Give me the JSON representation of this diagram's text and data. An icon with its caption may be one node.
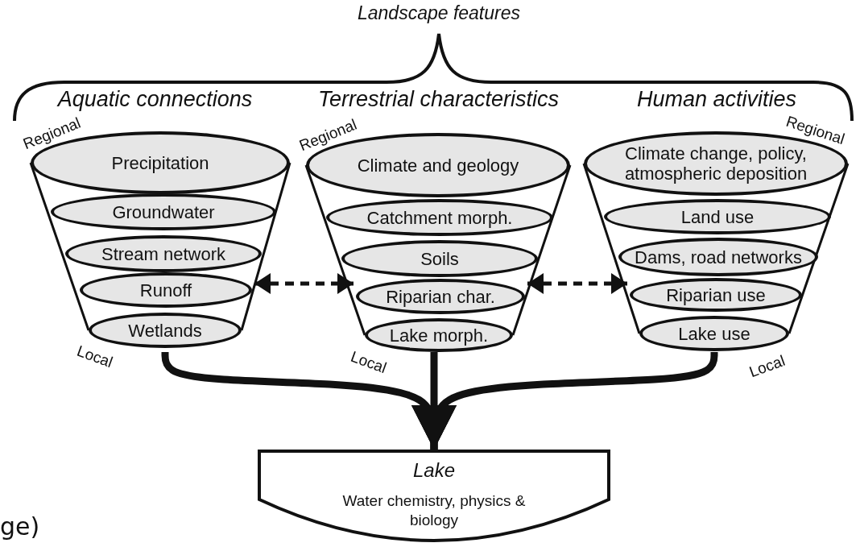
{
  "diagram": {
    "title": "Landscape features",
    "nodes": [
      {
        "text": [
          "Aquatic connections"
        ],
        "beside": [
          "Regional",
          "Local"
        ]
      },
      {
        "text": [
          "Precipitation"
        ],
        "in": 0
      },
      {
        "text": [
          "Groundwater"
        ],
        "in": 0
      },
      {
        "text": [
          "Stream network"
        ],
        "in": 0
      },
      {
        "text": [
          "Runoff"
        ],
        "in": 0
      },
      {
        "text": [
          "Wetlands"
        ],
        "in": 0
      },
      {
        "text": [
          "Terrestrial characteristics"
        ],
        "beside": [
          "Regional",
          "Local"
        ]
      },
      {
        "text": [
          "Climate and geology"
        ],
        "in": 6
      },
      {
        "text": [
          "Catchment morph."
        ],
        "in": 6
      },
      {
        "text": [
          "Soils"
        ],
        "in": 6
      },
      {
        "text": [
          "Riparian char."
        ],
        "in": 6
      },
      {
        "text": [
          "Lake morph."
        ],
        "in": 6
      },
      {
        "text": [
          "Human activities"
        ],
        "beside": [
          "Regional",
          "Local"
        ]
      },
      {
        "text": [
          "Climate change, policy, atmospheric deposition"
        ],
        "in": 12
      },
      {
        "text": [
          "Land use"
        ],
        "in": 12
      },
      {
        "text": [
          "Dams, road networks"
        ],
        "in": 12
      },
      {
        "text": [
          "Riparian use"
        ],
        "in": 12
      },
      {
        "text": [
          "Lake use"
        ],
        "in": 12
      },
      {
        "text": [
          "Lake",
          "Water chemistry, physics & biology"
        ]
      }
    ],
    "edges": [
      {
        "from": 4,
        "to": 10,
        "arrow": "both",
        "style": "dashed"
      },
      {
        "from": 10,
        "to": 16,
        "arrow": "both",
        "style": "dashed"
      },
      {
        "from": 0,
        "to": 18,
        "arrow": "to"
      },
      {
        "from": 6,
        "to": 18,
        "arrow": "to"
      },
      {
        "from": 12,
        "to": 18,
        "arrow": "to"
      }
    ],
    "labels": [
      "ge)"
    ]
  }
}
